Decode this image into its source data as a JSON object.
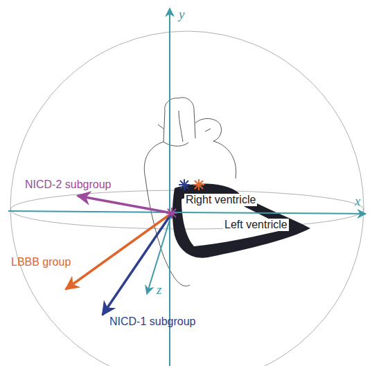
{
  "diagram": {
    "labels": [
      "y",
      "NICD-2 subgroup",
      "Right ventricle",
      "x",
      "Left ventricle",
      "LBBB group",
      "z",
      "NICD-1 subgroup"
    ]
  }
}
